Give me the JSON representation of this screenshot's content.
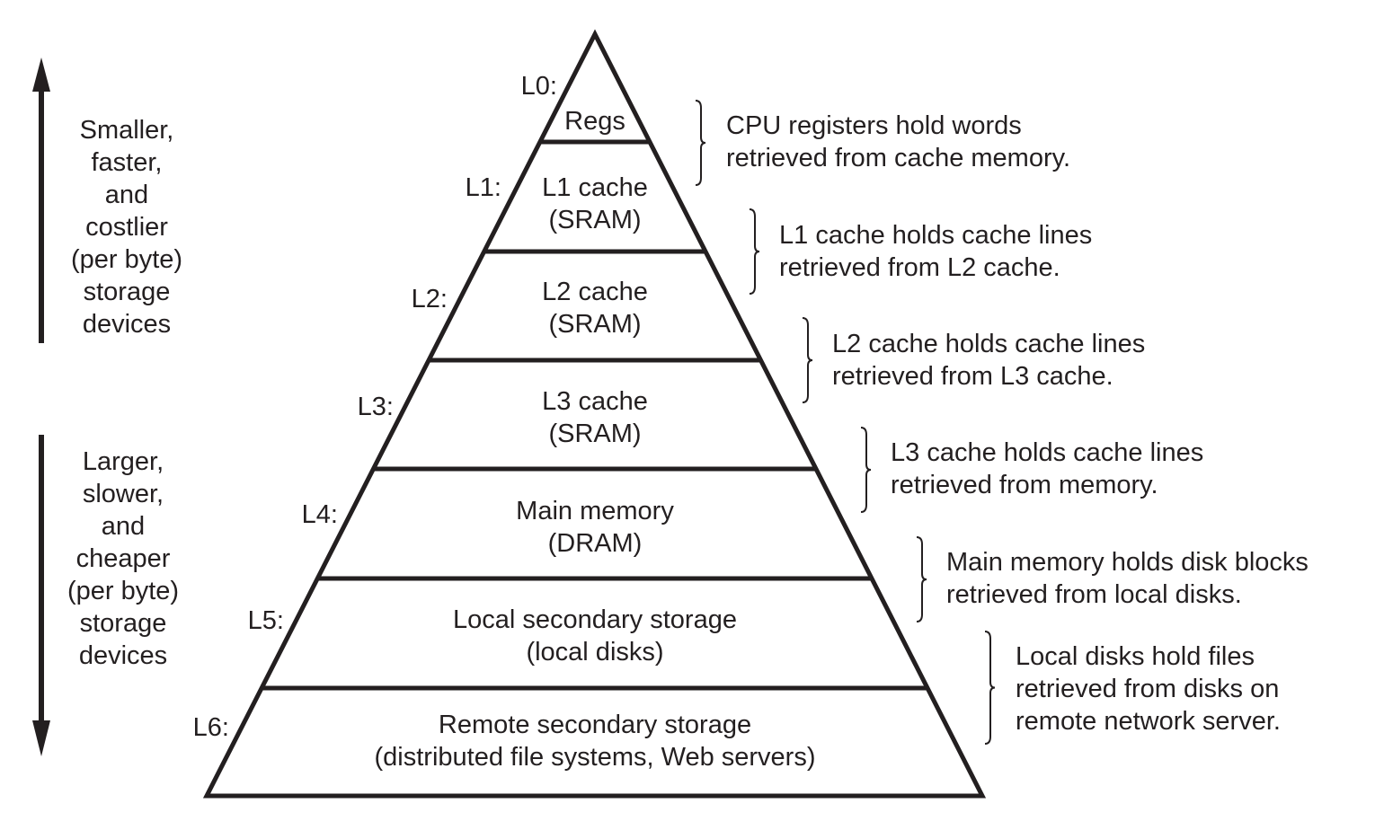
{
  "diagram": {
    "title": "Memory hierarchy",
    "line_color": "#231f20",
    "left_labels": {
      "top": {
        "direction": "up",
        "lines": [
          "Smaller,",
          "faster,",
          "and",
          "costlier",
          "(per byte)",
          "storage",
          "devices"
        ]
      },
      "bottom": {
        "direction": "down",
        "lines": [
          "Larger,",
          "slower,",
          "and",
          "cheaper",
          "(per byte)",
          "storage",
          "devices"
        ]
      }
    },
    "levels": [
      {
        "id": "L0:",
        "lines": [
          "Regs"
        ]
      },
      {
        "id": "L1:",
        "lines": [
          "L1 cache",
          "(SRAM)"
        ]
      },
      {
        "id": "L2:",
        "lines": [
          "L2 cache",
          "(SRAM)"
        ]
      },
      {
        "id": "L3:",
        "lines": [
          "L3 cache",
          "(SRAM)"
        ]
      },
      {
        "id": "L4:",
        "lines": [
          "Main memory",
          "(DRAM)"
        ]
      },
      {
        "id": "L5:",
        "lines": [
          "Local secondary storage",
          "(local disks)"
        ]
      },
      {
        "id": "L6:",
        "lines": [
          "Remote secondary storage",
          "(distributed file systems, Web servers)"
        ]
      }
    ],
    "annotations": [
      {
        "lines": [
          "CPU registers hold words",
          "retrieved from cache memory."
        ]
      },
      {
        "lines": [
          "L1 cache holds cache lines",
          "retrieved from L2 cache."
        ]
      },
      {
        "lines": [
          "L2 cache holds cache lines",
          "retrieved from L3 cache."
        ]
      },
      {
        "lines": [
          "L3 cache holds cache lines",
          "retrieved from memory."
        ]
      },
      {
        "lines": [
          "Main memory holds disk blocks",
          "retrieved from local disks."
        ]
      },
      {
        "lines": [
          "Local disks hold files",
          "retrieved from disks on",
          "remote network server."
        ]
      }
    ]
  }
}
